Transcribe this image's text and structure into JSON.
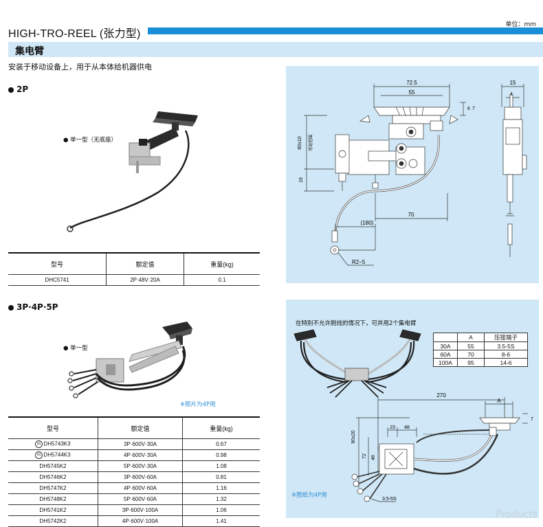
{
  "header": {
    "unit": "单位：mm",
    "title": "HIGH-TRO-REEL (张力型)",
    "accent_color": "#1a8fd9"
  },
  "section": {
    "title": "集电臂",
    "subtitle": "安装于移动设备上，用于从本体给机器供电",
    "band_color": "#cfe7f6"
  },
  "p2": {
    "heading": "2P",
    "photo_label": "● 单一型（无底座）",
    "table": {
      "headers": [
        "型号",
        "额定值",
        "重量(kg)"
      ],
      "rows": [
        [
          "DHC5741",
          "2P·48V·20A",
          "0.1"
        ]
      ]
    },
    "drawing": {
      "dim_725": "72.5",
      "dim_55": "55",
      "dim_15": "15",
      "dim_4": "4",
      "dim_6": "6",
      "dim_7": "7",
      "dim_60": "60±10",
      "dim_60_note": "可动范围",
      "dim_19": "19",
      "dim_70": "70",
      "dim_180": "(180)",
      "dim_r25": "R2−5"
    }
  },
  "p345": {
    "heading": "3P·4P·5P",
    "photo_label": "● 单一型",
    "photo_note": "※照片为4P用",
    "table": {
      "headers": [
        "型号",
        "额定值",
        "重量(kg)"
      ],
      "rows": [
        {
          "model": "DH5743K3",
          "ul": true,
          "rating": "3P·600V·30A",
          "weight": "0.67"
        },
        {
          "model": "DH5744K3",
          "ul": true,
          "rating": "4P·600V·30A",
          "weight": "0.98"
        },
        {
          "model": "DH5745K2",
          "ul": false,
          "rating": "5P·600V·30A",
          "weight": "1.08"
        },
        {
          "model": "DH5746K2",
          "ul": false,
          "rating": "3P·600V·60A",
          "weight": "0.81"
        },
        {
          "model": "DH5747K2",
          "ul": false,
          "rating": "4P·600V·60A",
          "weight": "1.16"
        },
        {
          "model": "DH5748K2",
          "ul": false,
          "rating": "5P·600V·60A",
          "weight": "1.32"
        },
        {
          "model": "DH5741K2",
          "ul": false,
          "rating": "3P·600V·100A",
          "weight": "1.06"
        },
        {
          "model": "DH5742K2",
          "ul": false,
          "rating": "4P·600V·100A",
          "weight": "1.41"
        }
      ],
      "ul_mark": "UL"
    },
    "panel": {
      "note": "在特别不允许脱线的情况下，可并用2个集电臂",
      "mini_headers": [
        "",
        "A",
        "压接端子"
      ],
      "mini_rows": [
        [
          "30A",
          "55",
          "3.5-5S"
        ],
        [
          "60A",
          "70",
          "8-6"
        ],
        [
          "100A",
          "95",
          "14-6"
        ]
      ],
      "dim_270": "270",
      "dim_a": "A",
      "dim_7": "7",
      "dim_23": "23",
      "dim_48": "48",
      "dim_90": "90±20",
      "dim_72": "72",
      "dim_46": "46",
      "dim_35": "3.5-5S",
      "drawing_note": "※图纸为4P用"
    }
  },
  "watermark": "Products"
}
